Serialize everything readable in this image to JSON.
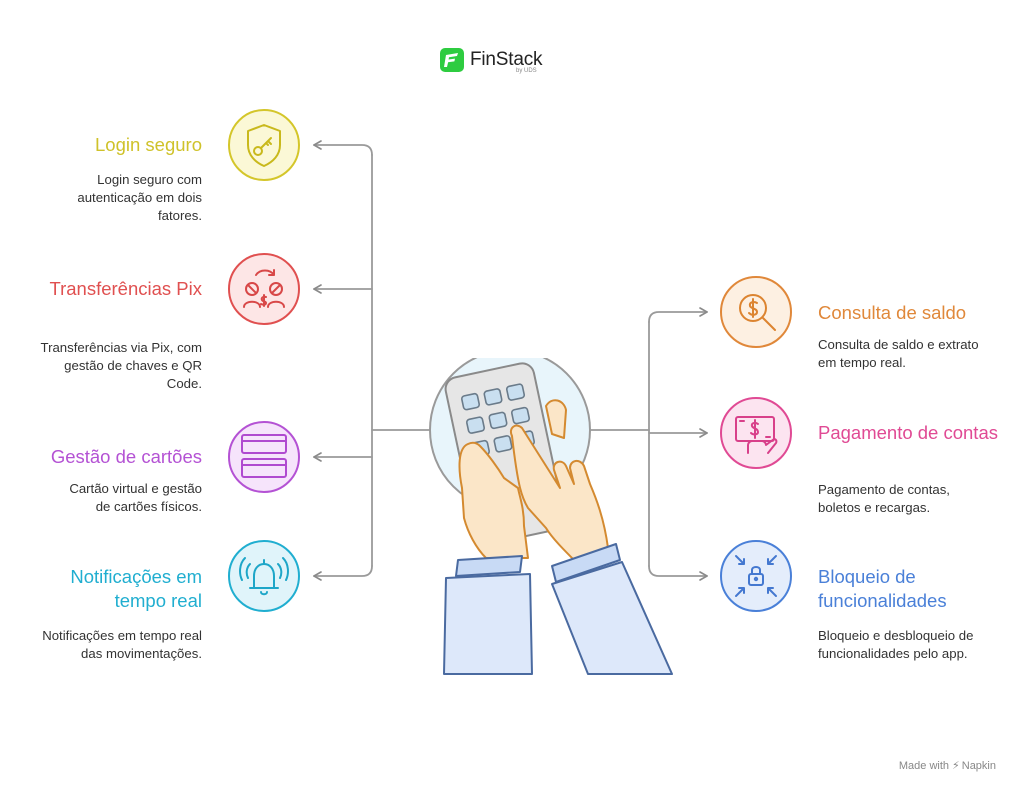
{
  "brand": {
    "name": "FinStack",
    "tagline": "by UDS",
    "color": "#2ecc40"
  },
  "features_left": [
    {
      "title": "Login seguro",
      "description": "Login seguro com autenticação em dois fatores.",
      "icon": "shield-key-icon",
      "color": "#d4c62a"
    },
    {
      "title": "Transferências Pix",
      "description": "Transferências via Pix, com gestão de chaves e QR Code.",
      "icon": "transfer-icon",
      "color": "#e05050"
    },
    {
      "title": "Gestão de cartões",
      "description": "Cartão virtual e gestão de cartões físicos.",
      "icon": "cards-icon",
      "color": "#b452d4"
    },
    {
      "title": "Notificações em tempo real",
      "description": "Notificações em tempo real das movimentações.",
      "icon": "bell-icon",
      "color": "#20aed0"
    }
  ],
  "features_right": [
    {
      "title": "Consulta de saldo",
      "description": "Consulta de saldo e extrato em tempo real.",
      "icon": "magnifier-dollar-icon",
      "color": "#e0883a"
    },
    {
      "title": "Pagamento de contas",
      "description": "Pagamento de contas, boletos e recargas.",
      "icon": "cash-hand-icon",
      "color": "#e04a94"
    },
    {
      "title": "Bloqueio de funcionalidades",
      "description": "Bloqueio e desbloqueio de funcionalidades pelo app.",
      "icon": "lock-arrows-icon",
      "color": "#4a80d8"
    }
  ],
  "watermark": {
    "prefix": "Made with",
    "name": "Napkin"
  }
}
